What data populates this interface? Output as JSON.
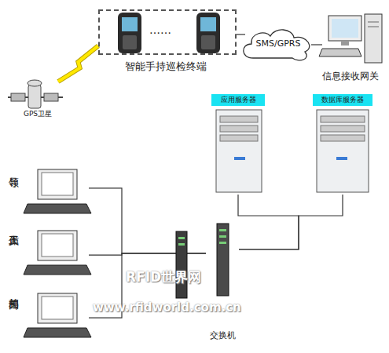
{
  "diagram": {
    "nodes": [
      {
        "text": [
          "智能手持巡检终端"
        ]
      },
      {
        "text": [
          "GPS卫星"
        ]
      },
      {
        "text": [
          "SMS/GPRS"
        ]
      },
      {
        "text": [
          "信息接收网关"
        ]
      },
      {
        "text": [
          "应用服务器"
        ]
      },
      {
        "text": [
          "数据库服务器"
        ]
      },
      {
        "text": [
          "领导"
        ]
      },
      {
        "text": [
          "工作人员"
        ]
      },
      {
        "text": [
          "相关部门"
        ]
      },
      {
        "text": [
          "交换机"
        ]
      }
    ],
    "edges": [
      {
        "from": 1,
        "to": 0,
        "arrow": "none"
      },
      {
        "from": 0,
        "to": 2,
        "arrow": "none"
      },
      {
        "from": 2,
        "to": 3,
        "arrow": "none"
      },
      {
        "from": 6,
        "to": 9,
        "arrow": "none"
      },
      {
        "from": 7,
        "to": 9,
        "arrow": "none"
      },
      {
        "from": 8,
        "to": 9,
        "arrow": "none"
      },
      {
        "from": 9,
        "to": 4,
        "arrow": "none"
      },
      {
        "from": 9,
        "to": 5,
        "arrow": "none"
      }
    ],
    "labels": [
      "……",
      "RFID世界网",
      "www.rfidworld.com.cn"
    ]
  }
}
